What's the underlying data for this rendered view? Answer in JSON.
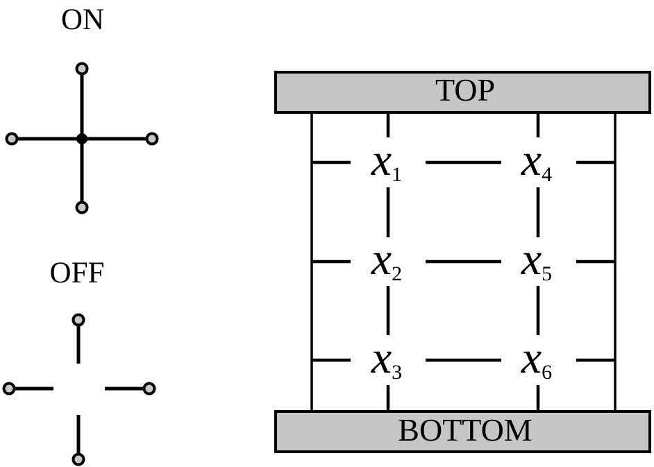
{
  "figure": {
    "description": "Switch network diagram with ON/OFF switch legend and a grid of six switches between TOP and BOTTOM bus bars"
  },
  "legend": {
    "on_label": "ON",
    "off_label": "OFF"
  },
  "network": {
    "top_label": "TOP",
    "bottom_label": "BOTTOM",
    "switches": [
      {
        "id": "x1",
        "base": "x",
        "sub": "1",
        "column": "left",
        "row": "top"
      },
      {
        "id": "x2",
        "base": "x",
        "sub": "2",
        "column": "left",
        "row": "middle"
      },
      {
        "id": "x3",
        "base": "x",
        "sub": "3",
        "column": "left",
        "row": "bottom"
      },
      {
        "id": "x4",
        "base": "x",
        "sub": "4",
        "column": "right",
        "row": "top"
      },
      {
        "id": "x5",
        "base": "x",
        "sub": "5",
        "column": "right",
        "row": "middle"
      },
      {
        "id": "x6",
        "base": "x",
        "sub": "6",
        "column": "right",
        "row": "bottom"
      }
    ]
  },
  "colors": {
    "bar_fill": "#c6c6c6",
    "terminal_fill": "#c8c8c8",
    "line": "#000000"
  }
}
